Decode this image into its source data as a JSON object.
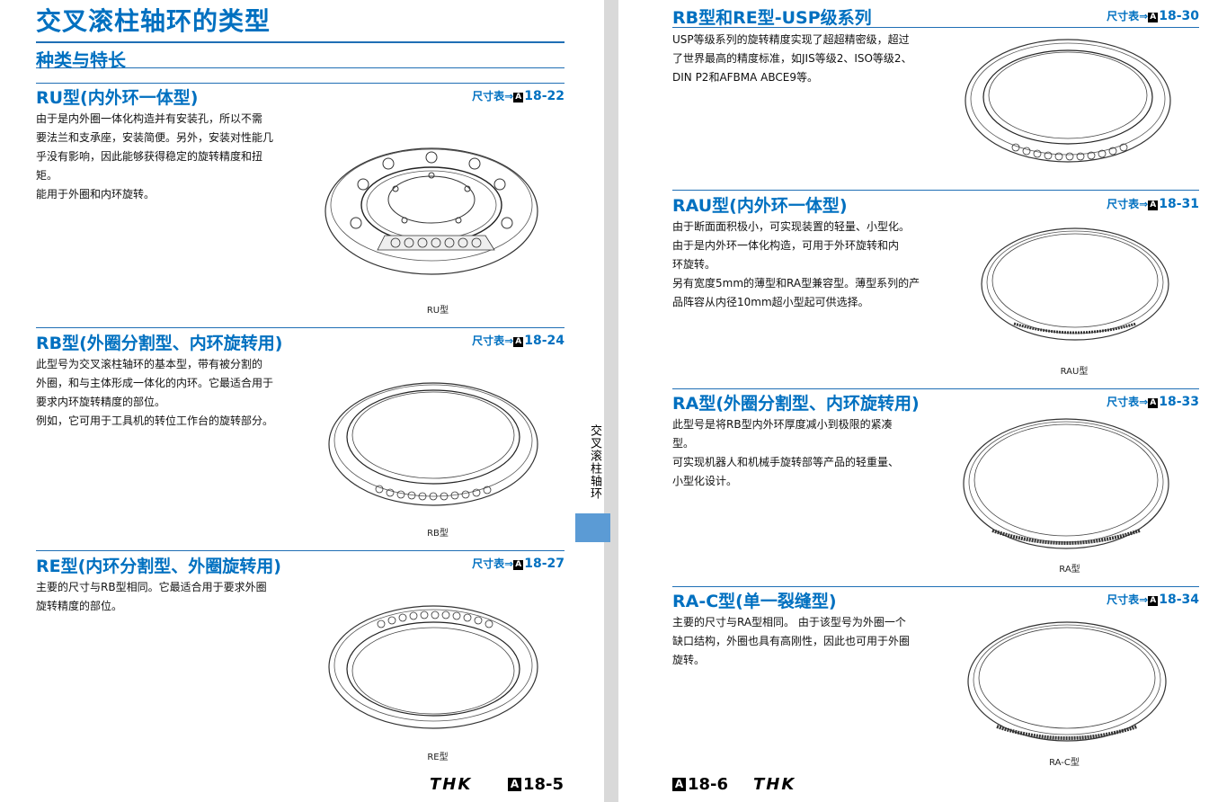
{
  "left": {
    "main_title": "交叉滚柱轴环的类型",
    "subtitle": "种类与特长",
    "side_tab": "交叉滚柱轴环",
    "footer": {
      "logo": "THK",
      "page_letter": "A",
      "page_number": "18-5"
    }
  },
  "right": {
    "footer": {
      "logo": "THK",
      "page_letter": "A",
      "page_number": "18-6"
    }
  },
  "ref": {
    "label": "尺寸表⇒",
    "letter": "A"
  },
  "sections": {
    "ru": {
      "title": "RU型(内外环一体型)",
      "ref_page": "18-22",
      "body": [
        "由于是内外圈一体化构造并有安装孔，所以不需",
        "要法兰和支承座，安装简便。另外，安装对性能几",
        "乎没有影响，因此能够获得稳定的旋转精度和扭",
        "矩。",
        "能用于外圈和内环旋转。"
      ],
      "caption": "RU型"
    },
    "rb": {
      "title": "RB型(外圈分割型、内环旋转用)",
      "ref_page": "18-24",
      "body": [
        "此型号为交叉滚柱轴环的基本型，带有被分割的",
        "外圈，和与主体形成一体化的内环。它最适合用于",
        "要求内环旋转精度的部位。",
        "例如，它可用于工具机的转位工作台的旋转部分。"
      ],
      "caption": "RB型"
    },
    "re": {
      "title": "RE型(内环分割型、外圈旋转用)",
      "ref_page": "18-27",
      "body": [
        "主要的尺寸与RB型相同。它最适合用于要求外圈",
        "旋转精度的部位。"
      ],
      "caption": "RE型"
    },
    "usp": {
      "title": "RB型和RE型-USP级系列",
      "ref_page": "18-30",
      "body": [
        "USP等级系列的旋转精度实现了超超精密级，超过",
        "了世界最高的精度标准，如JIS等级2、ISO等级2、",
        "DIN P2和AFBMA ABCE9等。"
      ]
    },
    "rau": {
      "title": "RAU型(内外环一体型)",
      "ref_page": "18-31",
      "body": [
        "由于断面面积极小，可实现装置的轻量、小型化。",
        "由于是内外环一体化构造，可用于外环旋转和内",
        "环旋转。",
        "另有宽度5mm的薄型和RA型兼容型。薄型系列的产",
        "品阵容从内径10mm超小型起可供选择。"
      ],
      "caption": "RAU型"
    },
    "ra": {
      "title": "RA型(外圈分割型、内环旋转用)",
      "ref_page": "18-33",
      "body": [
        "此型号是将RB型内外环厚度减小到极限的紧凑",
        "型。",
        "可实现机器人和机械手旋转部等产品的轻重量、",
        "小型化设计。"
      ],
      "caption": "RA型"
    },
    "rac": {
      "title": "RA-C型(单一裂缝型)",
      "ref_page": "18-34",
      "body": [
        "主要的尺寸与RA型相同。 由于该型号为外圈一个",
        "缺口结构，外圈也具有高刚性，因此也可用于外圈",
        "旋转。"
      ],
      "caption": "RA-C型"
    }
  }
}
